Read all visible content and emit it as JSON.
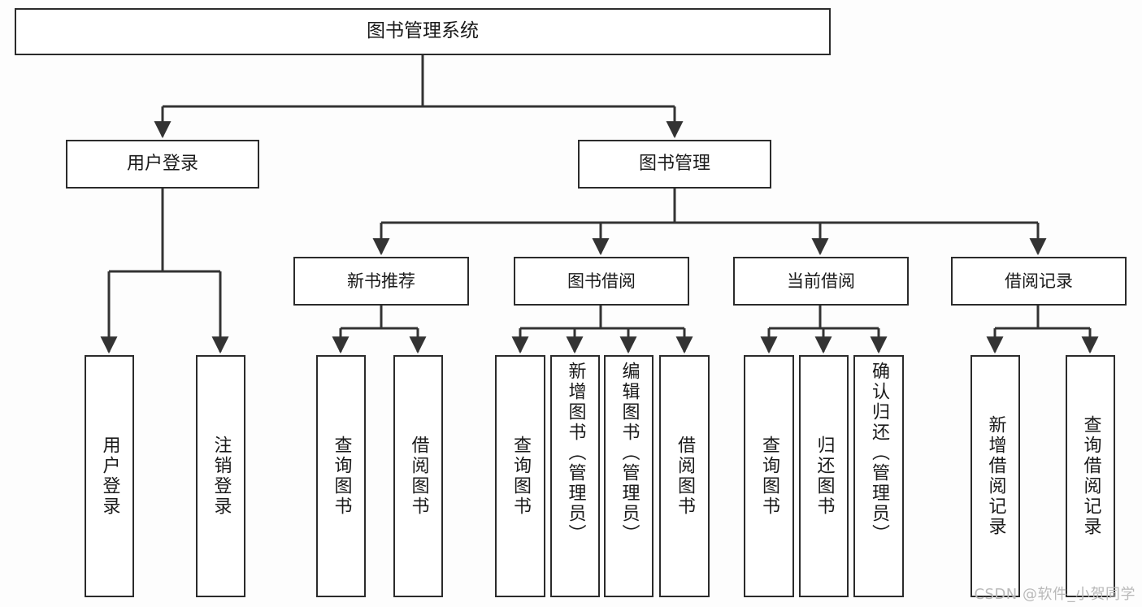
{
  "diagram": {
    "type": "tree-hierarchy",
    "title": "图书管理系统",
    "watermark": "CSDN @软件_小贺同学",
    "colors": {
      "background": "#fdfdfd",
      "box_fill": "#ffffff",
      "box_border": "#2b2b2b",
      "connector": "#333333",
      "text": "#1a1a1a",
      "watermark": "#b9b9b9"
    },
    "root": {
      "label": "图书管理系统"
    },
    "level1": [
      {
        "label": "用户登录"
      },
      {
        "label": "图书管理"
      }
    ],
    "level2": [
      {
        "label": "新书推荐"
      },
      {
        "label": "图书借阅"
      },
      {
        "label": "当前借阅"
      },
      {
        "label": "借阅记录"
      }
    ],
    "leaves": {
      "user_login": [
        {
          "label": "用户登录"
        },
        {
          "label": "注销登录"
        }
      ],
      "new_book_recommend": [
        {
          "label": "查询图书"
        },
        {
          "label": "借阅图书"
        }
      ],
      "book_borrow": [
        {
          "label": "查询图书"
        },
        {
          "label": "新增图书（管理员）"
        },
        {
          "label": "编辑图书（管理员）"
        },
        {
          "label": "借阅图书"
        }
      ],
      "current_borrow": [
        {
          "label": "查询图书"
        },
        {
          "label": "归还图书"
        },
        {
          "label": "确认归还（管理员）"
        }
      ],
      "borrow_record": [
        {
          "label": "新增借阅记录"
        },
        {
          "label": "查询借阅记录"
        }
      ]
    }
  }
}
